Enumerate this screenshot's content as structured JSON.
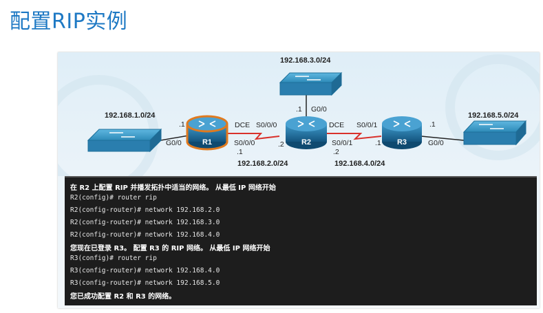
{
  "title": "配置RIP实例",
  "topology": {
    "networks": {
      "lan_r1": "192.168.1.0/24",
      "lan_r2": "192.168.3.0/24",
      "lan_r3": "192.168.5.0/24",
      "link_r1_r2": "192.168.2.0/24",
      "link_r2_r3": "192.168.4.0/24"
    },
    "routers": [
      "R1",
      "R2",
      "R3"
    ],
    "labels": {
      "r1_g00_host": ".1",
      "r1_g00": "G0/0",
      "r1_dce": "DCE",
      "r1_s000": "S0/0/0",
      "r1_s000_lower": "S0/0/0",
      "r1_s_host": ".1",
      "r2_s000": "S0/0/0",
      "r2_s_left_host": ".2",
      "r2_g00_host": ".1",
      "r2_g00": "G0/0",
      "r2_dce": "DCE",
      "r2_s001": "S0/0/1",
      "r2_s_right_host": ".2",
      "r3_s001": "S0/0/1",
      "r3_s_host": ".1",
      "r3_g00_host": ".1",
      "r3_g00": "G0/0"
    }
  },
  "terminal_lines": [
    {
      "text": "在 R2 上配置 RIP 并播发拓扑中适当的网络。 从最低 IP 网络开始",
      "kind": "note"
    },
    {
      "text": "R2(config)# router rip",
      "kind": "cmd"
    },
    {
      "text": "R2(config-router)# network 192.168.2.0",
      "kind": "cmd"
    },
    {
      "text": "R2(config-router)# network 192.168.3.0",
      "kind": "cmd"
    },
    {
      "text": "R2(config-router)# network 192.168.4.0",
      "kind": "cmd"
    },
    {
      "text": "您现在已登录 R3。 配置 R3 的 RIP 网络。 从最低 IP 网络开始",
      "kind": "note"
    },
    {
      "text": "R3(config)# router rip",
      "kind": "cmd"
    },
    {
      "text": "R3(config-router)# network 192.168.4.0",
      "kind": "cmd"
    },
    {
      "text": "R3(config-router)# network 192.168.5.0",
      "kind": "cmd"
    },
    {
      "text": "您已成功配置 R2 和 R3 的网络。",
      "kind": "note"
    }
  ],
  "colors": {
    "accent": "#1e79c4",
    "router": "#1a6a9a",
    "r1_highlight": "#e07a1f",
    "serial_link": "#d9312b",
    "switch": "#2d8ab8"
  }
}
